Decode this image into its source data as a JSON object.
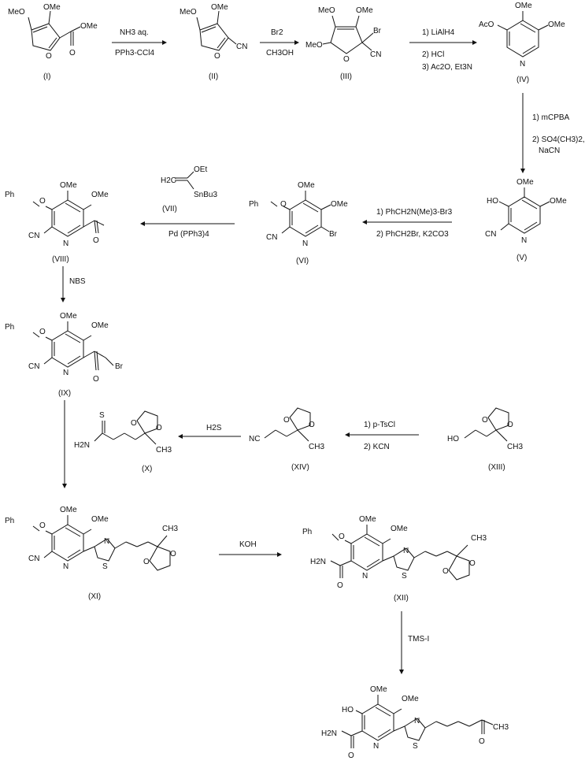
{
  "compounds": {
    "I": "(I)",
    "II": "(II)",
    "III": "(III)",
    "IV": "(IV)",
    "V": "(V)",
    "VI": "(VI)",
    "VII": "(VII)",
    "VIII": "(VIII)",
    "IX": "(IX)",
    "X": "(X)",
    "XI": "(XI)",
    "XII": "(XII)",
    "XIII": "(XIII)",
    "XIV": "(XIV)"
  },
  "groups": {
    "ome": "OMe",
    "meo": "MeO",
    "cn": "CN",
    "br": "Br",
    "aco": "AcO",
    "ho": "HO",
    "ph": "Ph",
    "o": "O",
    "n": "N",
    "s": "S",
    "ch3": "CH3",
    "h2n": "H2N",
    "oet": "OEt",
    "snbu3": "SnBu3",
    "h2c": "H2C",
    "nc": "NC",
    "ome_ester": "OMe"
  },
  "reagents": {
    "r1_top": "NH3 aq.",
    "r1_bottom": "PPh3-CCl4",
    "r2_top": "Br2",
    "r2_bottom": "CH3OH",
    "r3_1": "1) LiAlH4",
    "r3_2": "2) HCl",
    "r3_3": "3) Ac2O, Et3N",
    "r4_1": "1) mCPBA",
    "r4_2": "2) SO4(CH3)2,",
    "r4_3": "NaCN",
    "r5_1": "1) PhCH2N(Me)3-Br3",
    "r5_2": "2) PhCH2Br, K2CO3",
    "r6_bottom": "Pd (PPh3)4",
    "r7": "NBS",
    "r8_1": "1) p-TsCl",
    "r8_2": "2) KCN",
    "r9": "H2S",
    "r10": "KOH",
    "r11": "TMS-I"
  }
}
